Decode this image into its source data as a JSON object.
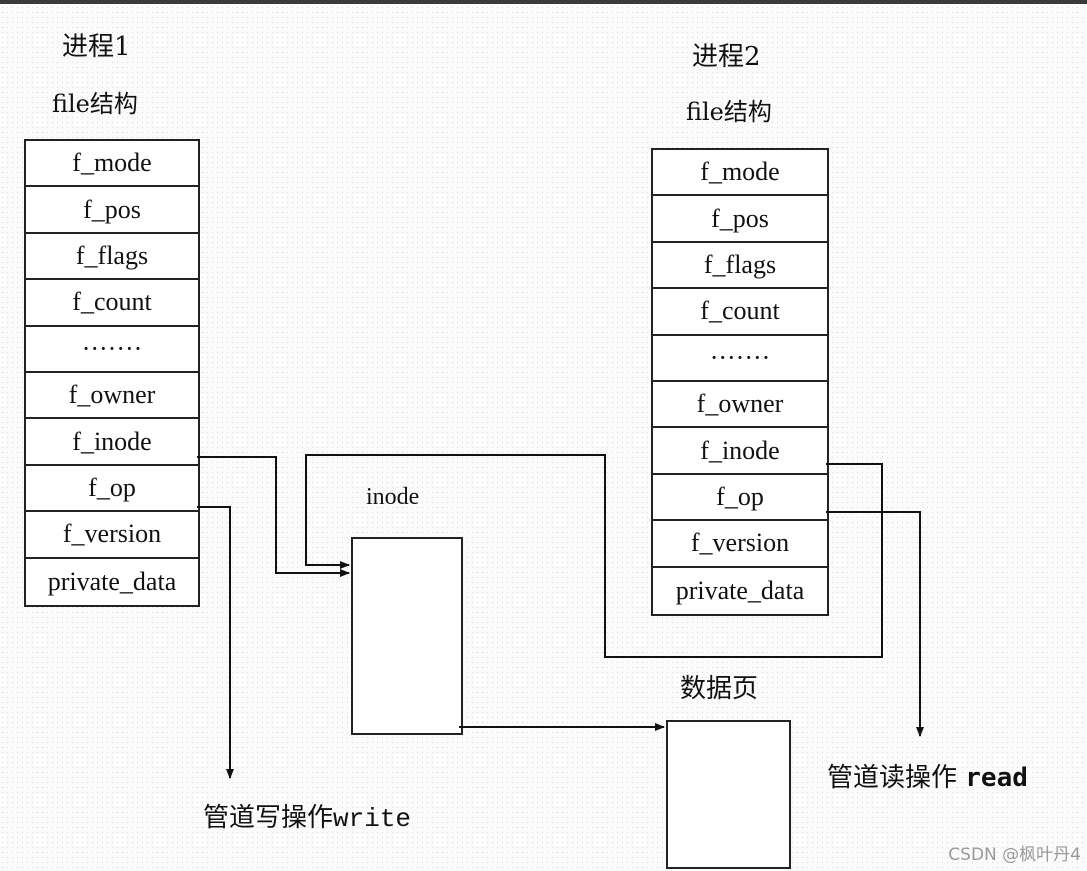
{
  "process1": {
    "title": "进程1",
    "struct_label": "file结构"
  },
  "process2": {
    "title": "进程2",
    "struct_label": "file结构"
  },
  "fields": [
    "f_mode",
    "f_pos",
    "f_flags",
    "f_count",
    "·······",
    "f_owner",
    "f_inode",
    "f_op",
    "f_version",
    "private_data"
  ],
  "inode_label": "inode",
  "data_page_label": "数据页",
  "write_label": {
    "text": "管道写操作",
    "op": "write"
  },
  "read_label": {
    "text": "管道读操作",
    "op": "read"
  },
  "watermark": "CSDN @枫叶丹4"
}
